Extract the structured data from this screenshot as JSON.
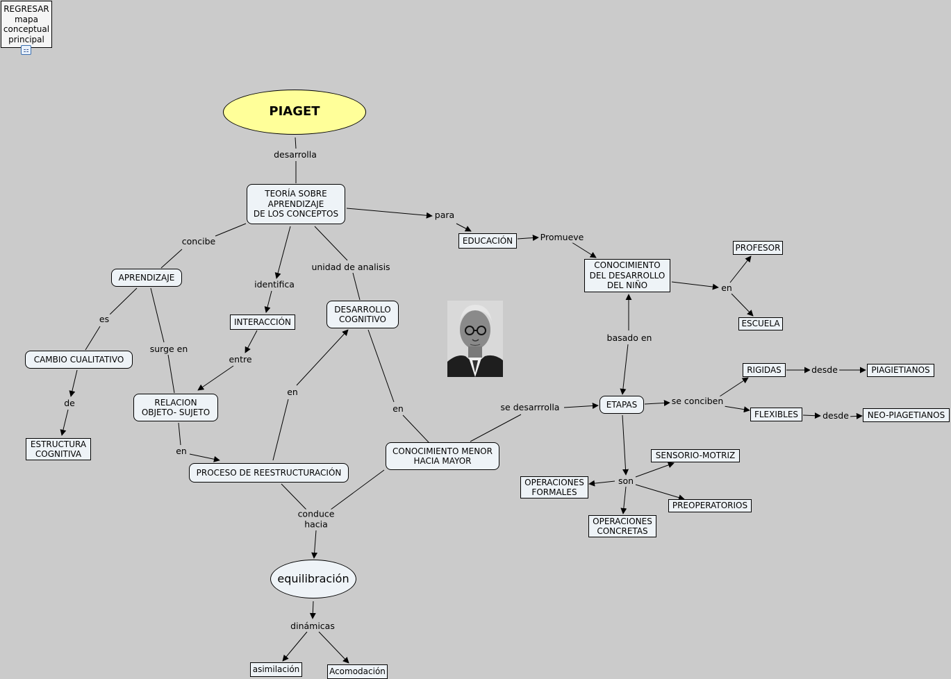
{
  "back_link": {
    "label": "REGRESAR\nmapa\nconceptual\nprincipal",
    "icon": "concept-map-icon"
  },
  "nodes": {
    "piaget": "PIAGET",
    "teoria": "TEORÍA SOBRE\nAPRENDIZAJE\nDE LOS CONCEPTOS",
    "aprendizaje": "APRENDIZAJE",
    "interaccion": "INTERACCIÓN",
    "desarrollo_cognitivo": "DESARROLLO\nCOGNITIVO",
    "cambio_cualitativo": "CAMBIO CUALITATIVO",
    "estructura_cognitiva": "ESTRUCTURA\nCOGNITIVA",
    "relacion": "RELACION\nOBJETO- SUJETO",
    "proceso": "PROCESO DE REESTRUCTURACIÓN",
    "conocimiento_menor": "CONOCIMIENTO MENOR\nHACIA MAYOR",
    "equilibracion": "equilibración",
    "asimilacion": "asimilación",
    "acomodacion": "Acomodación",
    "educacion": "EDUCACIÓN",
    "conocimiento_nino": "CONOCIMIENTO\nDEL DESARROLLO\nDEL NIÑO",
    "profesor": "PROFESOR",
    "escuela": "ESCUELA",
    "etapas": "ETAPAS",
    "rigidas": "RIGIDAS",
    "flexibles": "FLEXIBLES",
    "piagetianos": "PIAGIETIANOS",
    "neo_piagetianos": "NEO-PIAGETIANOS",
    "sensorio_motriz": "SENSORIO-MOTRIZ",
    "preoperatorios": "PREOPERATORIOS",
    "operaciones_formales": "OPERACIONES\nFORMALES",
    "operaciones_concretas": "OPERACIONES\nCONCRETAS"
  },
  "links": {
    "desarrolla": "desarrolla",
    "para": "para",
    "concibe": "concibe",
    "identifica": "identifica",
    "unidad": "unidad de analisis",
    "es": "es",
    "surge_en": "surge en",
    "entre": "entre",
    "de": "de",
    "en_relacion": "en",
    "en_proceso": "en",
    "en_desarrollo": "en",
    "conduce": "conduce\nhacia",
    "dinamicas": "dinámicas",
    "promueve": "Promueve",
    "en_nino": "en",
    "basado": "basado en",
    "se_desarrolla": "se desarrrolla",
    "se_conciben": "se conciben",
    "desde_rigidas": "desde",
    "desde_flexibles": "desde",
    "son": "son"
  },
  "colors": {
    "background": "#cbcbcb",
    "node_fill": "#eef3f7",
    "root_fill": "#ffff99"
  }
}
